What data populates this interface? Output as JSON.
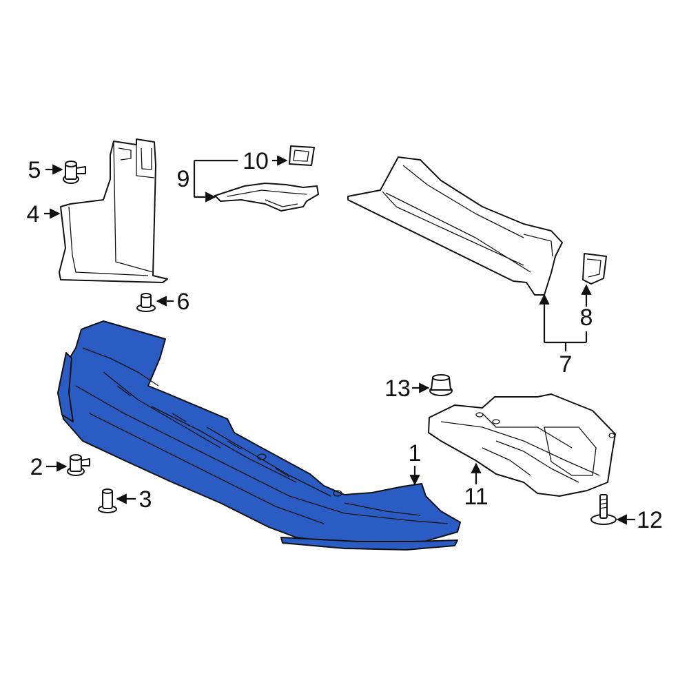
{
  "colors": {
    "highlight": "#2b5cc4",
    "line": "#111111",
    "background": "#ffffff"
  },
  "callouts": [
    {
      "id": "1",
      "text": "1"
    },
    {
      "id": "2",
      "text": "2"
    },
    {
      "id": "3",
      "text": "3"
    },
    {
      "id": "4",
      "text": "4"
    },
    {
      "id": "5",
      "text": "5"
    },
    {
      "id": "6",
      "text": "6"
    },
    {
      "id": "7",
      "text": "7"
    },
    {
      "id": "8",
      "text": "8"
    },
    {
      "id": "9",
      "text": "9"
    },
    {
      "id": "10",
      "text": "10"
    },
    {
      "id": "11",
      "text": "11"
    },
    {
      "id": "12",
      "text": "12"
    },
    {
      "id": "13",
      "text": "13"
    }
  ]
}
